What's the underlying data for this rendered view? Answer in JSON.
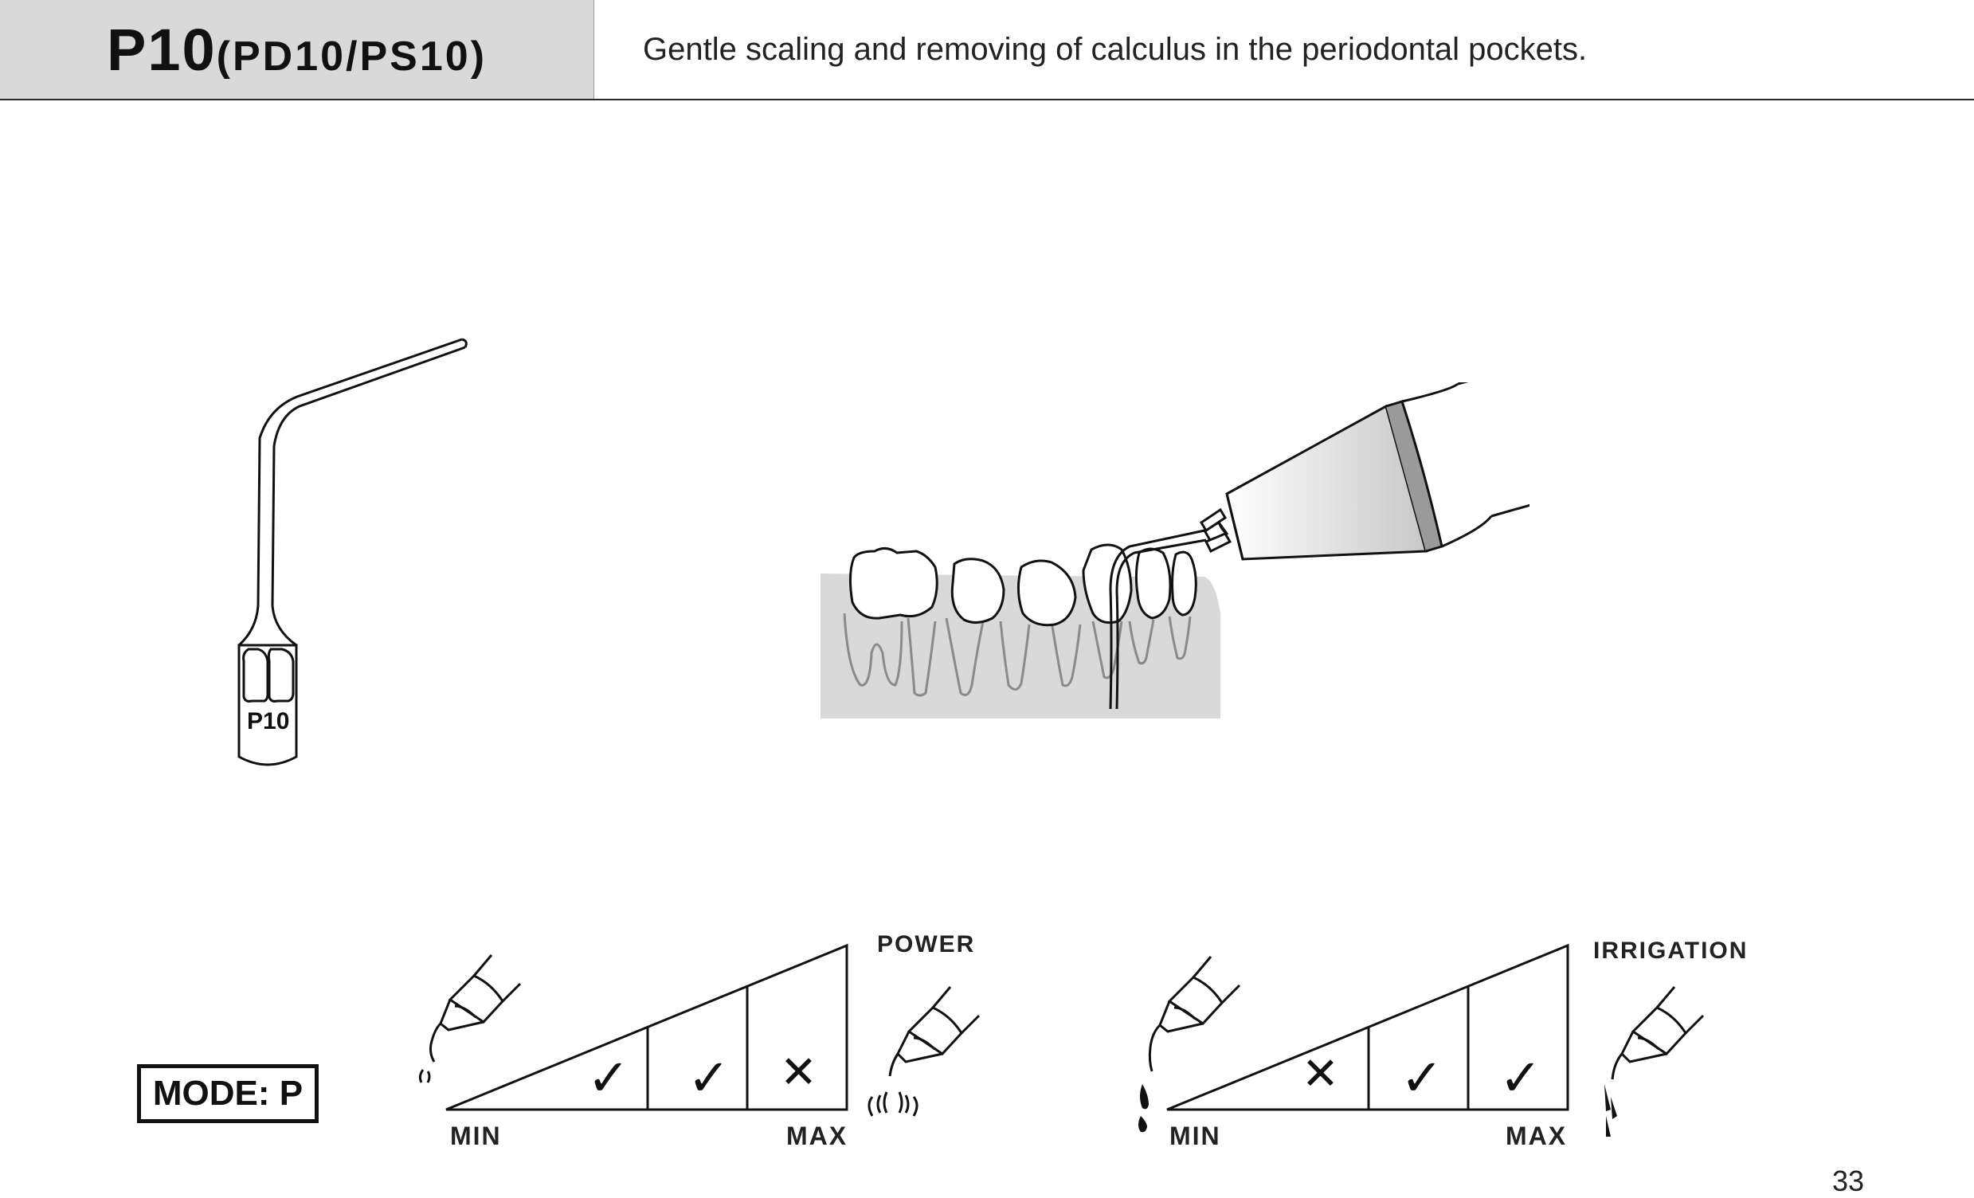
{
  "header": {
    "model": "P10",
    "variants": "(PD10/PS10)",
    "description": "Gentle scaling and removing of calculus in the periodontal pockets."
  },
  "tip": {
    "label": "P10"
  },
  "mode": {
    "label": "MODE: P"
  },
  "power": {
    "title": "POWER",
    "min_label": "MIN",
    "max_label": "MAX",
    "levels": [
      "✓",
      "✓",
      "✕"
    ]
  },
  "irrigation": {
    "title": "IRRIGATION",
    "min_label": "MIN",
    "max_label": "MAX",
    "levels": [
      "✕",
      "✓",
      "✓"
    ]
  },
  "page": {
    "number": "33"
  },
  "colors": {
    "gum": "#d9d9d9",
    "handpiece_band": "#9a9a9a",
    "header_bg": "#d9d9d9"
  }
}
